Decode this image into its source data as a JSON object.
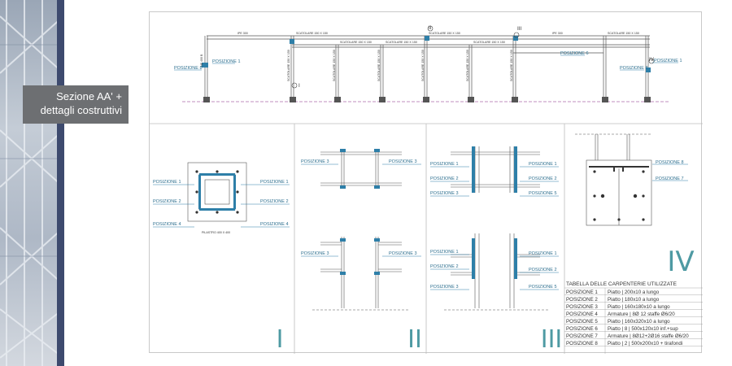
{
  "side_title": {
    "line1": "Sezione AA' +",
    "line2": "dettagli costruttivi"
  },
  "elevation": {
    "beam_labels": [
      "IPE 300",
      "SCATOLARE 150 X 150",
      "SCATOLARE 150 X 150",
      "SCATOLARE 150 X 150",
      "SCATOLARE 150 X 150",
      "SCATOLARE 150 X 150",
      "IPE 300",
      "SCATOLARE 150 X 150"
    ],
    "column_labels": [
      "HE 400 B",
      "SCATOLARE 150 X 150",
      "SCATOLARE 150 X 150",
      "SCATOLARE 150 X 150",
      "SCATOLARE 150 X 150",
      "SCATOLARE 150 X 150",
      "SCATOLARE 150 X 150"
    ],
    "detail_markers": [
      "I",
      "II",
      "III",
      "IV"
    ],
    "callouts": [
      "POSIZIONE 1",
      "POSIZIONE 8",
      "POSIZIONE 6",
      "POSIZIONE 1",
      "POSIZIONE 8"
    ]
  },
  "detail_I": {
    "numeral": "I",
    "left": [
      "POSIZIONE 1",
      "POSIZIONE 2",
      "POSIZIONE 4"
    ],
    "right": [
      "POSIZIONE 1",
      "POSIZIONE 2",
      "POSIZIONE 4"
    ],
    "caption": "PILASTRO 400 X 400"
  },
  "detail_II": {
    "numeral": "II",
    "top_left": "POSIZIONE 3",
    "top_right": "POSIZIONE 3",
    "bottom_left": "POSIZIONE 3",
    "bottom_right": "POSIZIONE 3"
  },
  "detail_III": {
    "numeral": "III",
    "top_left": [
      "POSIZIONE 1",
      "POSIZIONE 2",
      "POSIZIONE 3"
    ],
    "top_right": [
      "POSIZIONE 1",
      "POSIZIONE 2",
      "POSIZIONE 5"
    ],
    "bottom_left": [
      "POSIZIONE 1",
      "POSIZIONE 2",
      "POSIZIONE 3"
    ],
    "bottom_right": [
      "POSIZIONE 1",
      "POSIZIONE 2",
      "POSIZIONE 5"
    ]
  },
  "detail_IV": {
    "numeral": "IV",
    "labels": [
      "POSIZIONE 8",
      "POSIZIONE 7"
    ]
  },
  "table": {
    "title": "TABELLA DELLE CARPENTERIE UTILIZZATE",
    "rows": [
      [
        "POSIZIONE 1",
        "Piatto | 200x10 a lungo"
      ],
      [
        "POSIZIONE 2",
        "Piatto | 180x10 a lungo"
      ],
      [
        "POSIZIONE 3",
        "Piatto | 160x180x10 a lungo"
      ],
      [
        "POSIZIONE 4",
        "Armature | 8Ø 12 staffe Ø6/20"
      ],
      [
        "POSIZIONE 5",
        "Piatto | 160x320x10 a lungo"
      ],
      [
        "POSIZIONE 6",
        "Piatto | 8 | 500x120x10  inf.+sup"
      ],
      [
        "POSIZIONE 7",
        "Armature | 8Ø12+2Ø16 staffe Ø6/20"
      ],
      [
        "POSIZIONE 8",
        "Piatto | 2 | 500x200x10 + tirafondi"
      ]
    ]
  },
  "colors": {
    "accent": "#2e7fa8",
    "numeral": "#4e9aa3",
    "title_box": "#6d6f72",
    "stripe": "#3d4a6e"
  }
}
